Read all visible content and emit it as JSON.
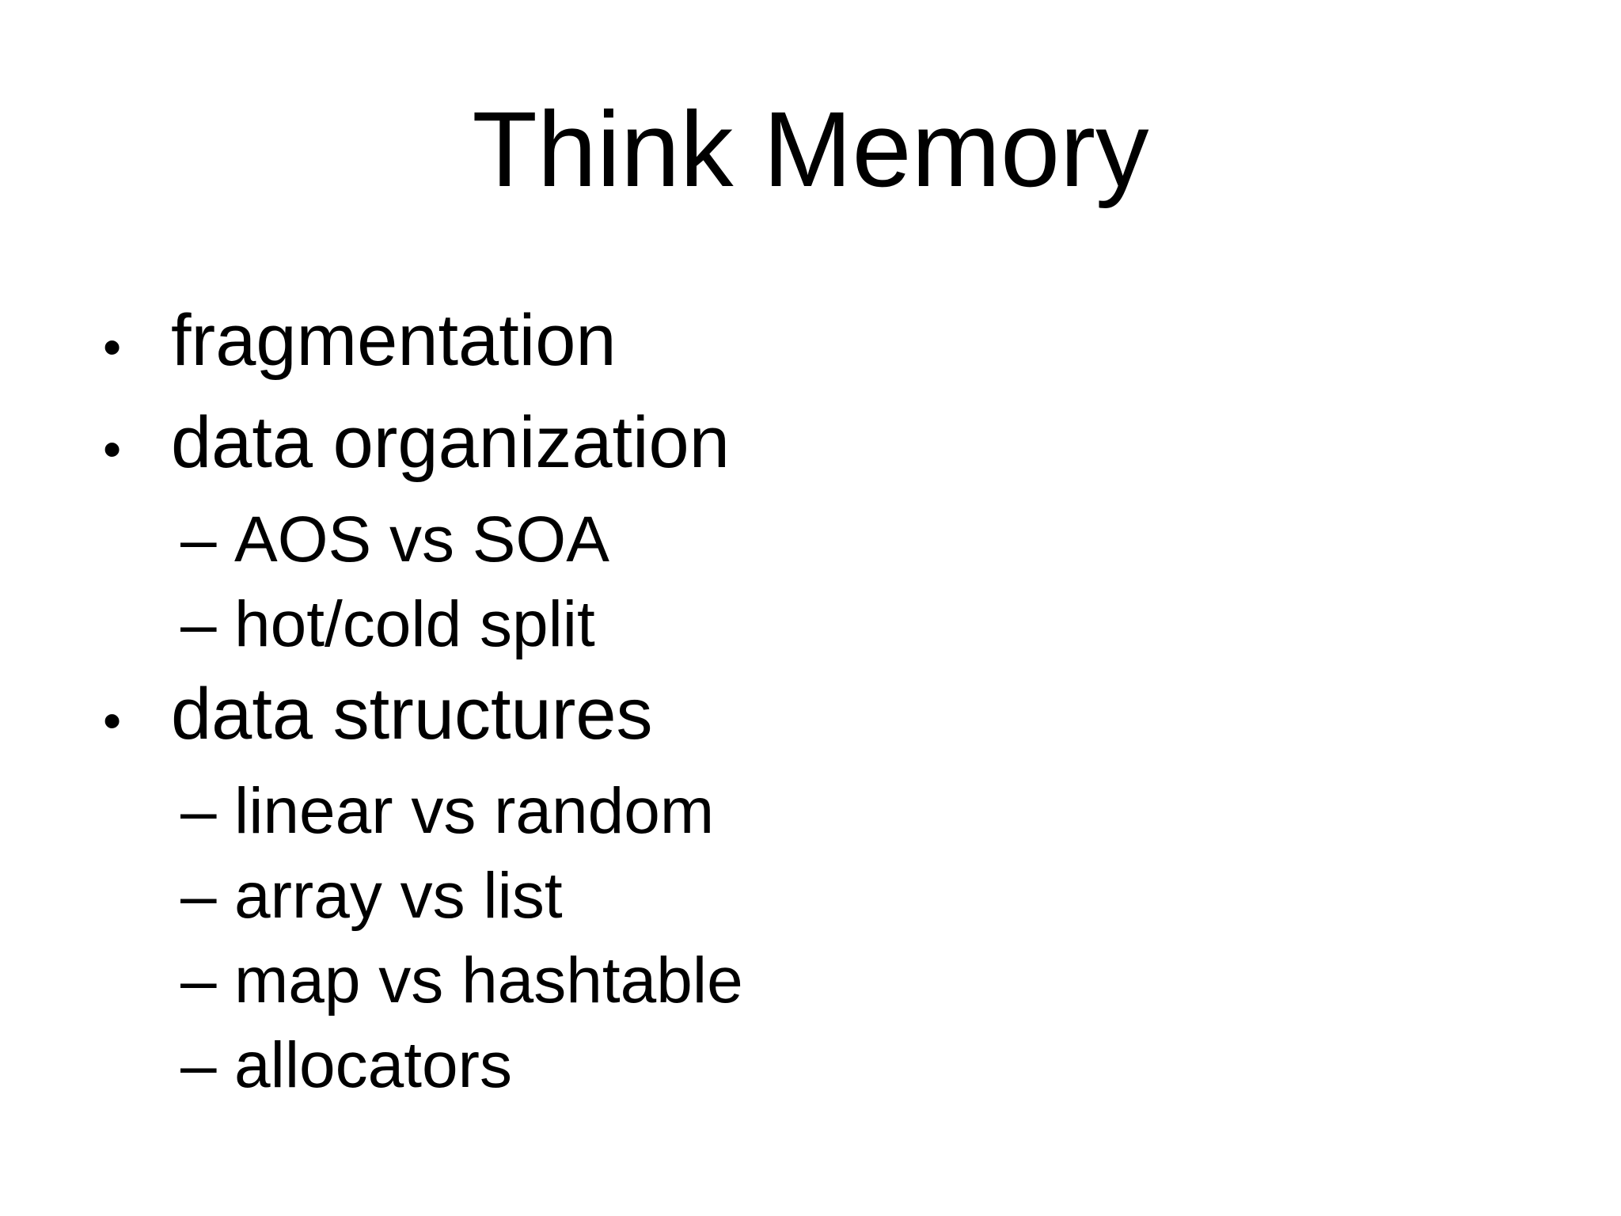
{
  "slide": {
    "title": "Think Memory",
    "markers": {
      "level1": "•",
      "level2": "–"
    },
    "bullets": [
      {
        "level": 1,
        "text": "fragmentation"
      },
      {
        "level": 1,
        "text": "data organization"
      },
      {
        "level": 2,
        "text": "AOS vs SOA"
      },
      {
        "level": 2,
        "text": "hot/cold split"
      },
      {
        "level": 1,
        "text": "data structures"
      },
      {
        "level": 2,
        "text": "linear vs random"
      },
      {
        "level": 2,
        "text": "array vs list"
      },
      {
        "level": 2,
        "text": "map vs hashtable"
      },
      {
        "level": 2,
        "text": "allocators"
      }
    ],
    "colors": {
      "background": "#ffffff",
      "text": "#000000"
    }
  }
}
